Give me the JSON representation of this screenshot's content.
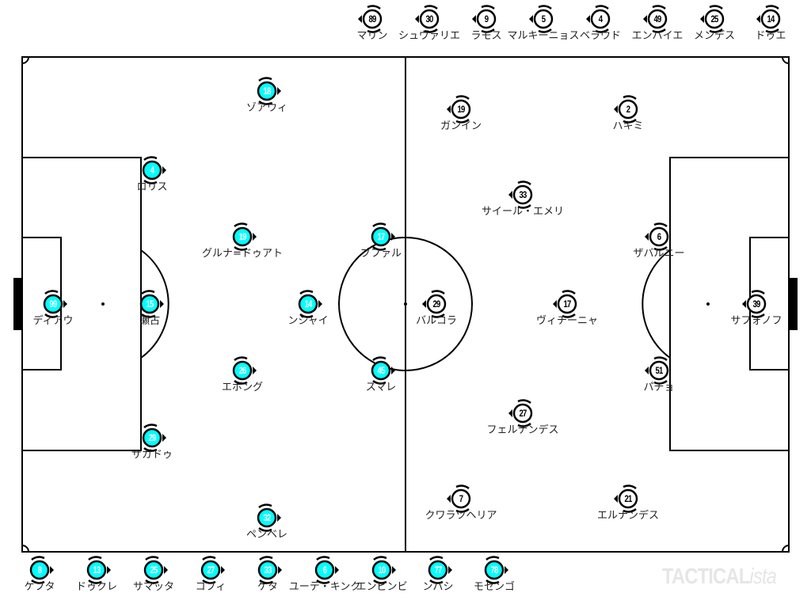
{
  "colors": {
    "home": "#00ffff",
    "away": "#ffffff",
    "line": "#000000"
  },
  "home_players": [
    {
      "number": "99",
      "name": "ディアウ"
    },
    {
      "number": "4",
      "name": "ロリス"
    },
    {
      "number": "15",
      "name": "瀬古"
    },
    {
      "number": "29",
      "name": "ザガドゥ"
    },
    {
      "number": "18",
      "name": "ゾアウィ"
    },
    {
      "number": "19",
      "name": "グルナ=ドゥアト"
    },
    {
      "number": "26",
      "name": "エボング"
    },
    {
      "number": "14",
      "name": "ンジャイ"
    },
    {
      "number": "17",
      "name": "ブファル"
    },
    {
      "number": "45",
      "name": "スマレ"
    },
    {
      "number": "32",
      "name": "ペンベレ"
    }
  ],
  "away_players": [
    {
      "number": "19",
      "name": "ガンイン"
    },
    {
      "number": "2",
      "name": "ハキミ"
    },
    {
      "number": "33",
      "name": "サイール・エメリ"
    },
    {
      "number": "6",
      "name": "ザバルニー"
    },
    {
      "number": "29",
      "name": "バルコラ"
    },
    {
      "number": "17",
      "name": "ヴィチーニャ"
    },
    {
      "number": "39",
      "name": "サフォノフ"
    },
    {
      "number": "51",
      "name": "パチョ"
    },
    {
      "number": "27",
      "name": "フェルナンデス"
    },
    {
      "number": "7",
      "name": "クワラツヘリア"
    },
    {
      "number": "21",
      "name": "エルナンデス"
    }
  ],
  "away_bench": [
    {
      "number": "89",
      "name": "マリン"
    },
    {
      "number": "30",
      "name": "シュヴァリエ"
    },
    {
      "number": "9",
      "name": "ラモス"
    },
    {
      "number": "5",
      "name": "マルキーニョス"
    },
    {
      "number": "4",
      "name": "ベラウド"
    },
    {
      "number": "49",
      "name": "エンバイエ"
    },
    {
      "number": "25",
      "name": "メンデス"
    },
    {
      "number": "14",
      "name": "ドゥエ"
    }
  ],
  "home_bench": [
    {
      "number": "8",
      "name": "ケフタ"
    },
    {
      "number": "13",
      "name": "ドゥクレ"
    },
    {
      "number": "25",
      "name": "サマッタ"
    },
    {
      "number": "27",
      "name": "コフィ"
    },
    {
      "number": "33",
      "name": "ケタ"
    },
    {
      "number": "6",
      "name": "ユーテ・キンク"
    },
    {
      "number": "10",
      "name": "エンビンビ"
    },
    {
      "number": "77",
      "name": "ンパシ"
    },
    {
      "number": "78",
      "name": "モセンゴ"
    }
  ],
  "logo": {
    "main": "TACTICAL",
    "suffix": "ista"
  }
}
